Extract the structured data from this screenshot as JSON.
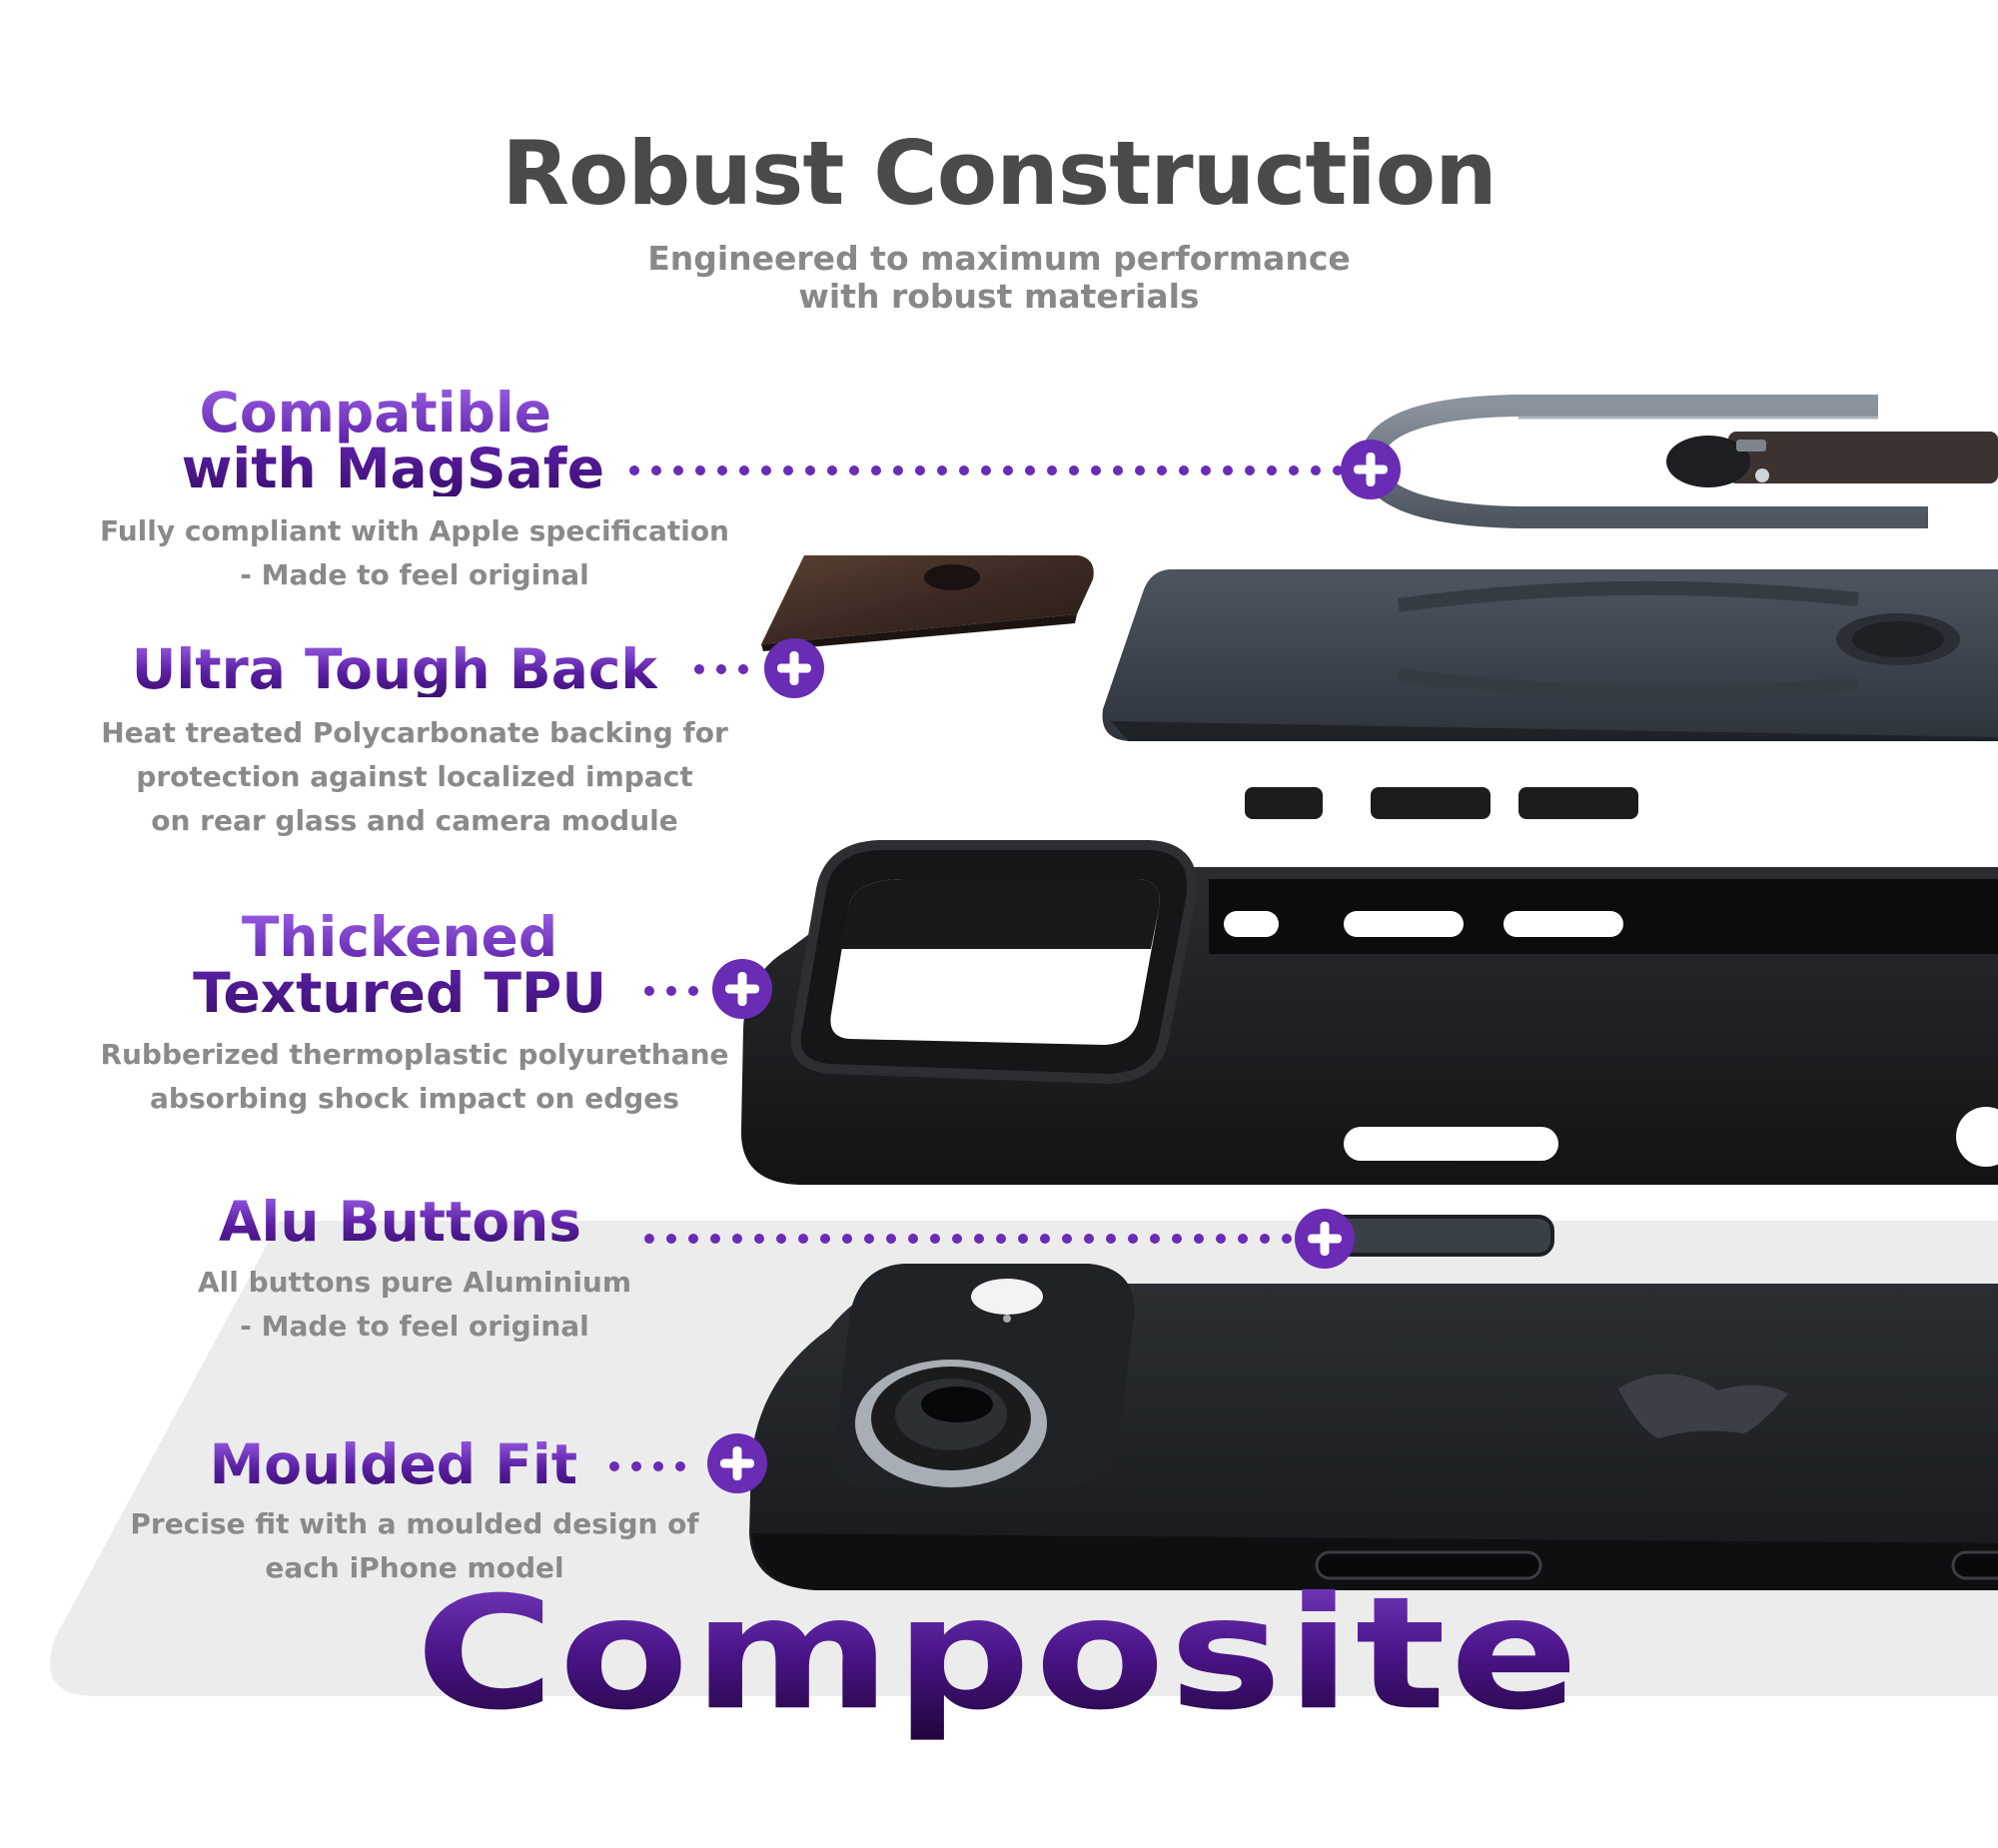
{
  "header": {
    "title": "Robust Construction",
    "subtitle_lines": [
      "Engineered to maximum performance",
      "with robust materials"
    ]
  },
  "features": [
    {
      "title_lines": [
        "Compatible",
        "with MagSafe"
      ],
      "desc_lines": [
        "Fully compliant with Apple specification",
        "- Made to feel original"
      ]
    },
    {
      "title_lines": [
        "Ultra Tough Back"
      ],
      "desc_lines": [
        "Heat treated Polycarbonate backing for",
        "protection against localized impact",
        "on rear glass and camera module"
      ]
    },
    {
      "title_lines": [
        "Thickened",
        "Textured TPU"
      ],
      "desc_lines": [
        "Rubberized thermoplastic polyurethane",
        "absorbing shock impact on edges"
      ]
    },
    {
      "title_lines": [
        "Alu Buttons"
      ],
      "desc_lines": [
        "All buttons pure Aluminium",
        "-  Made to feel original"
      ]
    },
    {
      "title_lines": [
        "Moulded Fit"
      ],
      "desc_lines": [
        "Precise fit with a moulded design of",
        "each iPhone model"
      ]
    }
  ],
  "watermark": "Composite",
  "colors": {
    "accent_purple": "#6a2bb5",
    "heading_gray": "#4a4a4a",
    "body_gray": "#8a8a8a"
  },
  "icons": {
    "callout_marker": "plus-circle-icon"
  }
}
